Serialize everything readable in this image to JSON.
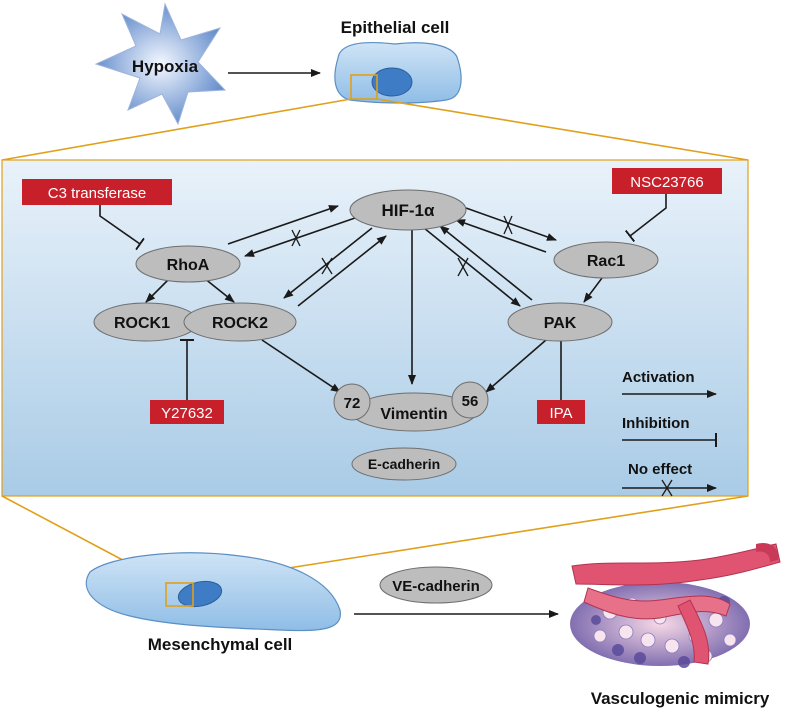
{
  "top": {
    "hypoxia": "Hypoxia",
    "epithelial_cell": "Epithelial cell"
  },
  "pathway": {
    "hif1a": "HIF-1α",
    "rhoa": "RhoA",
    "rock1": "ROCK1",
    "rock2": "ROCK2",
    "rac1": "Rac1",
    "pak": "PAK",
    "vimentin": "Vimentin",
    "vimentin_left_mark": "72",
    "vimentin_right_mark": "56",
    "e_cadherin": "E-cadherin"
  },
  "inhibitors": {
    "c3": "C3 transferase",
    "nsc": "NSC23766",
    "y27632": "Y27632",
    "ipa": "IPA"
  },
  "legend": {
    "activation": "Activation",
    "inhibition": "Inhibition",
    "no_effect": "No effect"
  },
  "bottom": {
    "mesenchymal_cell": "Mesenchymal cell",
    "ve_cadherin": "VE-cadherin",
    "vasculogenic_mimicry": "Vasculogenic mimicry"
  },
  "colors": {
    "panel_light": "#e9f2fa",
    "panel_dark": "#a9cbe6",
    "zoom_lines": "#e0a019",
    "inhibitor_red": "#c7202b",
    "node_gray": "#bdbdbd",
    "vessel_pink": "#e05472",
    "tumor_purple": "#7a6bb0"
  }
}
